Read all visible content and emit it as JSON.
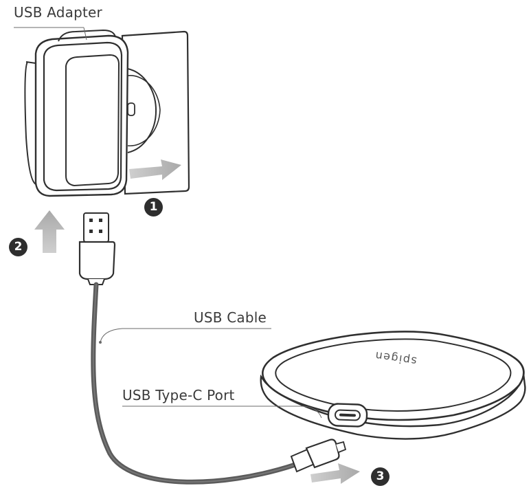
{
  "labels": {
    "usb_adapter": "USB Adapter",
    "usb_cable": "USB Cable",
    "usb_type_c_port": "USB Type-C Port"
  },
  "brand": "spigen",
  "steps": [
    "1",
    "2",
    "3"
  ],
  "colors": {
    "outline": "#2f2f2f",
    "arrow_gray": "#b9b9b9",
    "cable": "#5b5b5b",
    "step_circle": "#2e2e2e",
    "label_text": "#3a3a3a"
  },
  "icons": [
    "usb-adapter",
    "wall-outlet",
    "usb-a-connector",
    "usb-c-connector",
    "wireless-charger",
    "arrow-icon"
  ]
}
